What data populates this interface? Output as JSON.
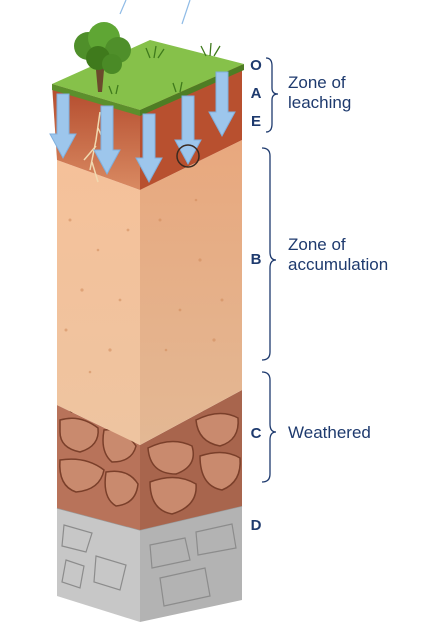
{
  "horizons": [
    {
      "letter": "O"
    },
    {
      "letter": "A"
    },
    {
      "letter": "E"
    },
    {
      "letter": "B"
    },
    {
      "letter": "C"
    },
    {
      "letter": "D"
    }
  ],
  "zones": [
    {
      "lines": [
        "Zone of",
        "leaching"
      ]
    },
    {
      "lines": [
        "Zone of",
        "accumulation"
      ]
    },
    {
      "lines": [
        "Weathered"
      ]
    }
  ],
  "colors": {
    "text": "#1e3a6e",
    "grass": "#7cb342",
    "topsoil": "#c4623e",
    "subsoil": "#f0b98e",
    "weathered": "#b8735a",
    "bedrock": "#c9c9c9",
    "arrow": "#9dc6ec"
  }
}
